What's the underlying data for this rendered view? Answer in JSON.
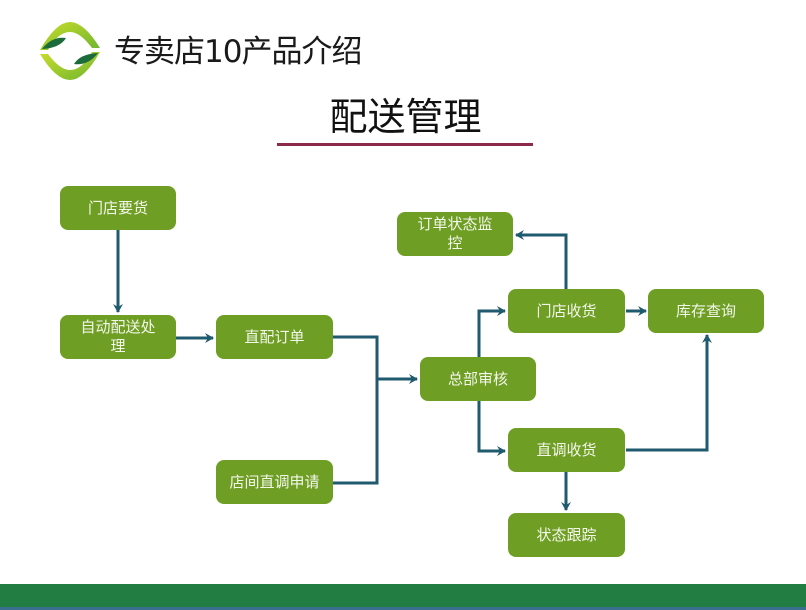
{
  "header": {
    "brand_title": "专卖店10产品介绍",
    "logo_icon": "leaf-diamond-logo"
  },
  "slide": {
    "title": "配送管理"
  },
  "colors": {
    "node_fill": "#6f9e25",
    "node_text": "#f3f7ea",
    "connector": "#1f5a6e",
    "title_rule": "#8b2a4d",
    "footer": "#217d41"
  },
  "flow": {
    "nodes": {
      "store_request": "门店要货",
      "auto_dispatch": "自动配送处理",
      "direct_order": "直配订单",
      "transfer_request": "店间直调申请",
      "hq_review": "总部审核",
      "order_monitor": "订单状态监控",
      "store_receive": "门店收货",
      "inventory_query": "库存查询",
      "transfer_receive": "直调收货",
      "status_tracking": "状态跟踪"
    },
    "edges": [
      {
        "from": "门店要货",
        "to": "自动配送处理"
      },
      {
        "from": "自动配送处理",
        "to": "直配订单"
      },
      {
        "from": "直配订单",
        "to": "总部审核"
      },
      {
        "from": "店间直调申请",
        "to": "总部审核"
      },
      {
        "from": "总部审核",
        "to": "门店收货"
      },
      {
        "from": "总部审核",
        "to": "直调收货"
      },
      {
        "from": "门店收货",
        "to": "订单状态监控"
      },
      {
        "from": "门店收货",
        "to": "库存查询"
      },
      {
        "from": "直调收货",
        "to": "库存查询"
      },
      {
        "from": "直调收货",
        "to": "状态跟踪"
      }
    ]
  }
}
